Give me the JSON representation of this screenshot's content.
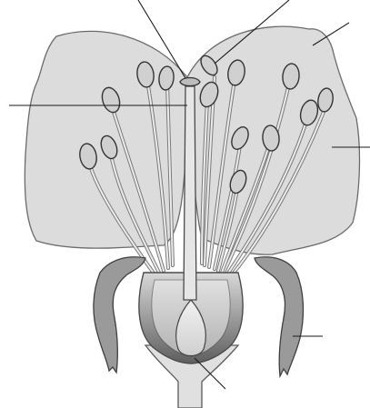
{
  "diagram": {
    "labels": [],
    "pointer_lines": [
      "top-left-pointer",
      "top-right-pointer",
      "upper-right-pointer",
      "left-pointer",
      "right-pointer",
      "lower-right-pointer",
      "bottom-pointer"
    ]
  },
  "colors": {
    "petal": "#dcdcdc",
    "sepal": "#9a9a9a",
    "ovary_dark": "#7a7a7a",
    "outline": "#333333"
  }
}
